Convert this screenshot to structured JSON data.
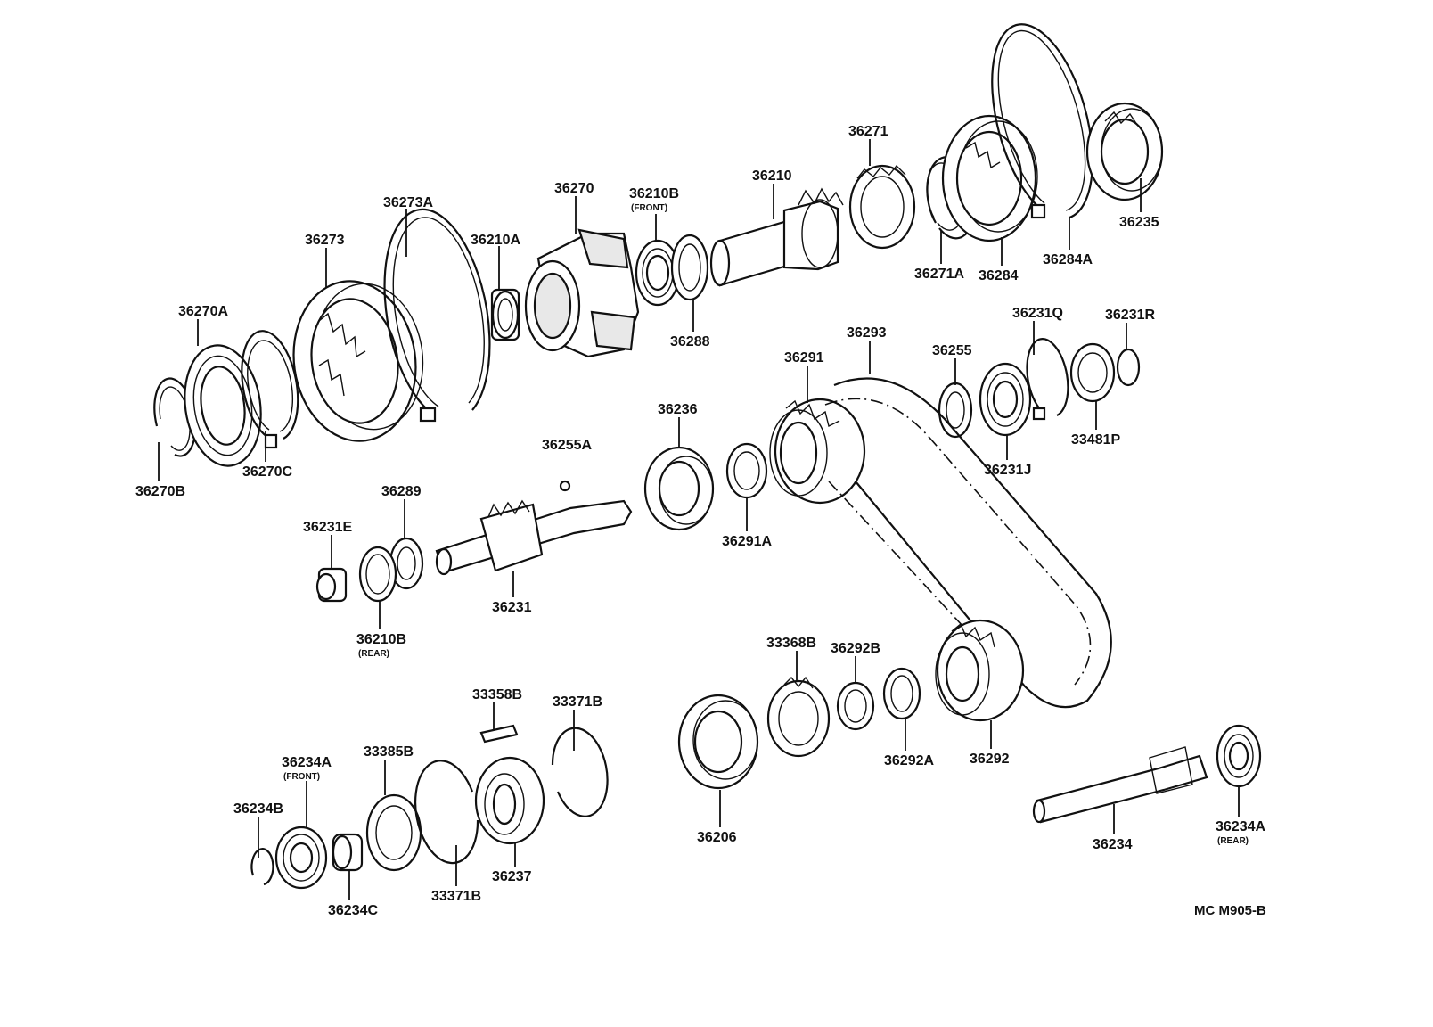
{
  "diagram_code": "MC M905-B",
  "parts": [
    {
      "id": "36270A",
      "label": "36270A"
    },
    {
      "id": "36273",
      "label": "36273"
    },
    {
      "id": "36273A",
      "label": "36273A"
    },
    {
      "id": "36210A",
      "label": "36210A"
    },
    {
      "id": "36270",
      "label": "36270"
    },
    {
      "id": "36210B_front",
      "label": "36210B",
      "note": "(FRONT)"
    },
    {
      "id": "36288",
      "label": "36288"
    },
    {
      "id": "36210",
      "label": "36210"
    },
    {
      "id": "36271",
      "label": "36271"
    },
    {
      "id": "36271A",
      "label": "36271A"
    },
    {
      "id": "36284",
      "label": "36284"
    },
    {
      "id": "36284A",
      "label": "36284A"
    },
    {
      "id": "36235",
      "label": "36235"
    },
    {
      "id": "36270B",
      "label": "36270B"
    },
    {
      "id": "36270C",
      "label": "36270C"
    },
    {
      "id": "36291",
      "label": "36291"
    },
    {
      "id": "36293",
      "label": "36293"
    },
    {
      "id": "36255",
      "label": "36255"
    },
    {
      "id": "36231Q",
      "label": "36231Q"
    },
    {
      "id": "36231R",
      "label": "36231R"
    },
    {
      "id": "36231J",
      "label": "36231J"
    },
    {
      "id": "33481P",
      "label": "33481P"
    },
    {
      "id": "36236",
      "label": "36236"
    },
    {
      "id": "36255A",
      "label": "36255A"
    },
    {
      "id": "36289",
      "label": "36289"
    },
    {
      "id": "36231E",
      "label": "36231E"
    },
    {
      "id": "36291A",
      "label": "36291A"
    },
    {
      "id": "36231",
      "label": "36231"
    },
    {
      "id": "36210B_rear",
      "label": "36210B",
      "note": "(REAR)"
    },
    {
      "id": "33368B",
      "label": "33368B"
    },
    {
      "id": "36292B",
      "label": "36292B"
    },
    {
      "id": "33358B",
      "label": "33358B"
    },
    {
      "id": "33371B_top",
      "label": "33371B"
    },
    {
      "id": "36234A_front",
      "label": "36234A",
      "note": "(FRONT)"
    },
    {
      "id": "33385B",
      "label": "33385B"
    },
    {
      "id": "36234B",
      "label": "36234B"
    },
    {
      "id": "36292A",
      "label": "36292A"
    },
    {
      "id": "36292",
      "label": "36292"
    },
    {
      "id": "36206",
      "label": "36206"
    },
    {
      "id": "36237",
      "label": "36237"
    },
    {
      "id": "33371B_bottom",
      "label": "33371B"
    },
    {
      "id": "36234C",
      "label": "36234C"
    },
    {
      "id": "36234",
      "label": "36234"
    },
    {
      "id": "36234A_rear",
      "label": "36234A",
      "note": "(REAR)"
    }
  ]
}
